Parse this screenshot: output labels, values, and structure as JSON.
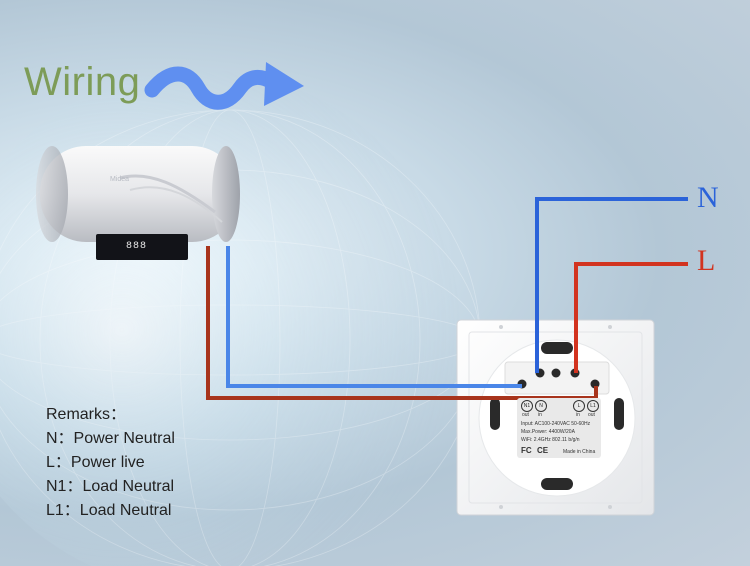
{
  "title": "Wiring",
  "heater": {
    "brand": "Midea",
    "readout": "888"
  },
  "lines": {
    "neutral_label": "N",
    "live_label": "L",
    "neutral_color": "#2b63d9",
    "live_color": "#d2331f",
    "load_neutral_color": "#4a86e8",
    "load_live_color": "#a8341c"
  },
  "remarks": {
    "heading": "Remarks：",
    "items": [
      "N：Power Neutral",
      "L：Power live",
      "N1：Load Neutral",
      "L1：Load Neutral"
    ]
  },
  "switch_label": {
    "n1": "N1",
    "n": "N",
    "l": "L",
    "l1": "L1",
    "out": "out",
    "in": "in",
    "input": "Input: AC100-240VAC 50-60Hz",
    "max_power": "Max.Power: 4400W/20A",
    "wifi": "WiFi: 2.4GHz 802.11 b/g/n",
    "fcc": "FC",
    "ce": "CE",
    "made_in": "Made in China"
  },
  "arrow_icon": "wavy-arrow-icon"
}
